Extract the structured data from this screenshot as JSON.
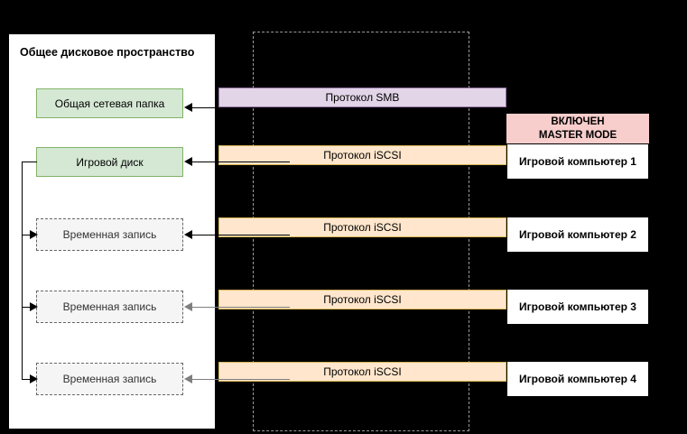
{
  "diagram": {
    "storage": {
      "title": "Общее дисковое пространство",
      "shares": [
        {
          "label": "Общая сетевая папка",
          "type": "green"
        },
        {
          "label": "Игровой диск",
          "type": "green"
        }
      ],
      "temp_records": [
        {
          "label": "Временная запись"
        },
        {
          "label": "Временная запись"
        },
        {
          "label": "Временная запись"
        }
      ]
    },
    "protocols": [
      {
        "label": "Протокол SMB",
        "kind": "smb",
        "color": "#e1d5e7"
      },
      {
        "label": "Протокол iSCSI",
        "kind": "iscsi",
        "color": "#ffe6cc"
      },
      {
        "label": "Протокол iSCSI",
        "kind": "iscsi",
        "color": "#ffe6cc"
      },
      {
        "label": "Протокол iSCSI",
        "kind": "iscsi",
        "color": "#ffe6cc"
      },
      {
        "label": "Протокол iSCSI",
        "kind": "iscsi",
        "color": "#ffe6cc"
      }
    ],
    "computers": [
      {
        "label": "Игровой компьютер 1",
        "banner_line1": "ВКЛЮЧЕН",
        "banner_line2": "MASTER MODE",
        "banner_color": "#f8cecc"
      },
      {
        "label": "Игровой компьютер 2"
      },
      {
        "label": "Игровой компьютер 3"
      },
      {
        "label": "Игровой компьютер 4"
      }
    ],
    "colors": {
      "background": "#000000",
      "panel": "#ffffff",
      "green_fill": "#d5e8d4",
      "green_stroke": "#82b366",
      "smb_fill": "#e1d5e7",
      "smb_stroke": "#9673a6",
      "iscsi_fill": "#ffe6cc",
      "iscsi_stroke": "#d6b656",
      "master_banner": "#f8cecc",
      "temp_fill": "#f5f5f5",
      "temp_stroke": "#666666",
      "dashed_region": "#9a9a9a"
    }
  }
}
